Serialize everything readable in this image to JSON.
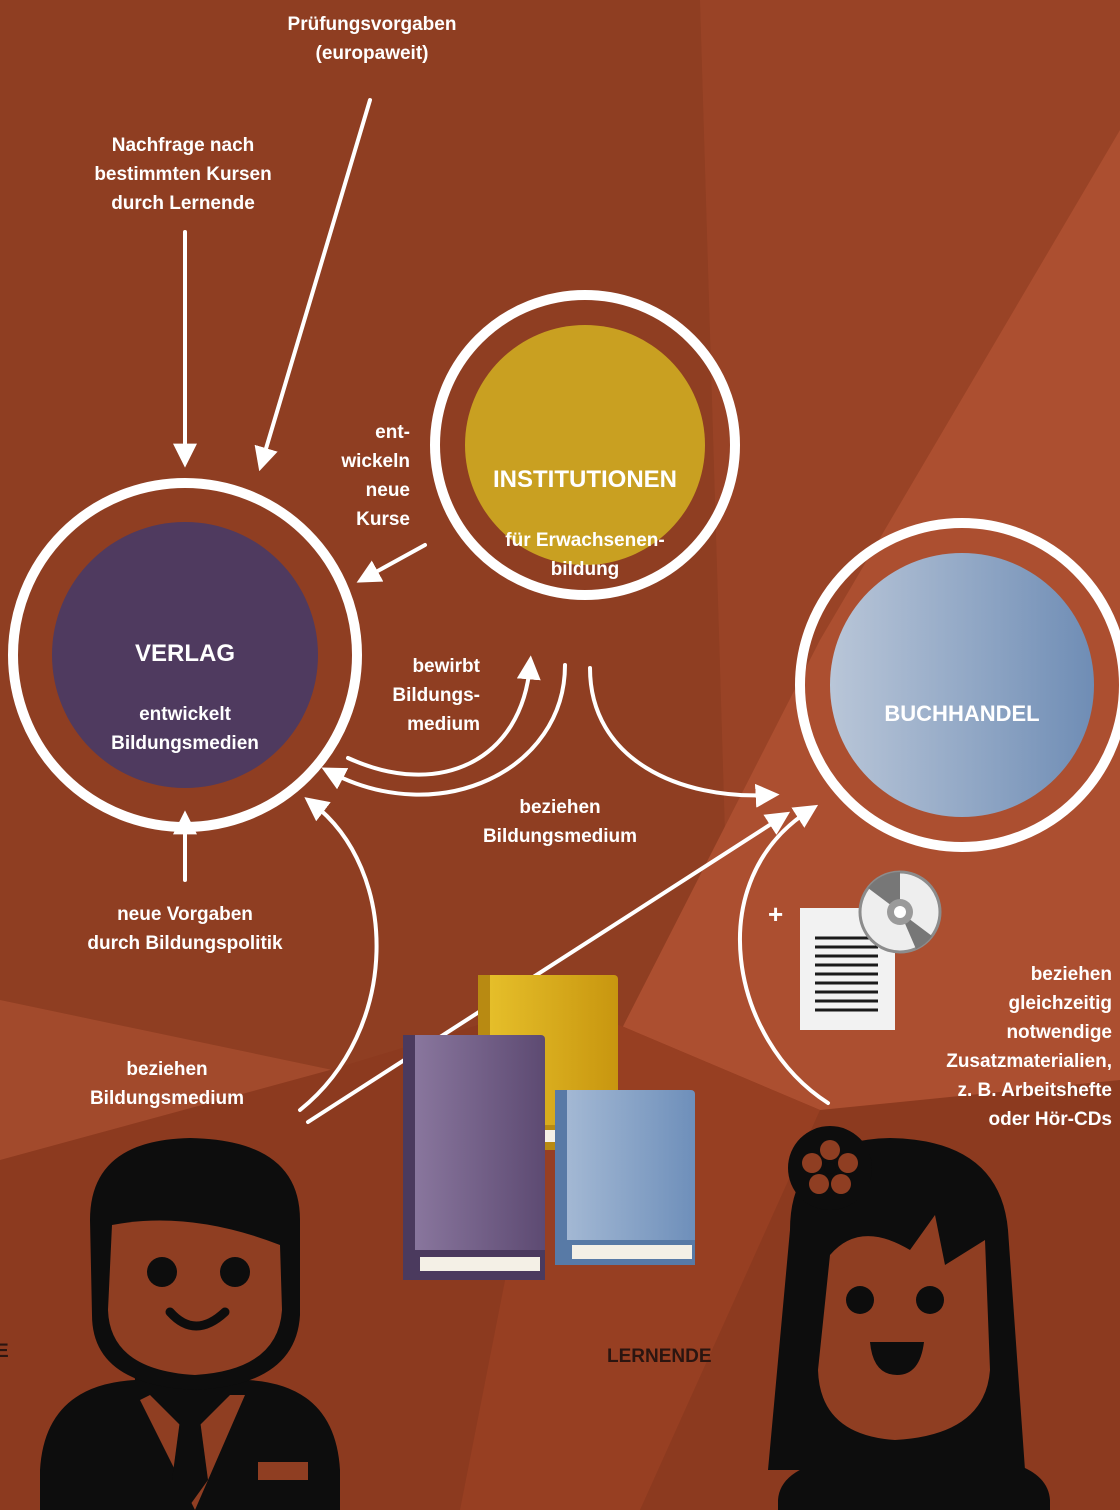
{
  "labels": {
    "pruefungsvorgaben": "Prüfungsvorgaben\n(europaweit)",
    "nachfrage": "Nachfrage nach\nbestimmten Kursen\ndurch Lernende",
    "entwickeln": "ent-\nwickeln\nneue\nKurse",
    "bewirbt": "bewirbt\nBildungs-\nmedium",
    "beziehen_mid": "beziehen\nBildungsmedium",
    "neue_vorgaben": "neue Vorgaben\ndurch Bildungspolitik",
    "beziehen_left": "beziehen\nBildungsmedium",
    "zusatz": "beziehen\ngleichzeitig\nnotwendige\nZusatzmaterialien,\nz. B. Arbeitshefte\noder Hör-CDs",
    "plus": "+",
    "lernende": "LERNENDE",
    "left_edge": "E"
  },
  "nodes": {
    "verlag": {
      "title": "VERLAG",
      "subtitle": "entwickelt\nBildungsmedien",
      "color": "#4f3a5f"
    },
    "institutionen": {
      "title": "INSTITUTIONEN",
      "subtitle": "für Erwachsenen-\nbildung",
      "color": "#c9a021"
    },
    "buchhandel": {
      "title": "BUCHHANDEL",
      "color": "#8ea4c3"
    }
  },
  "colors": {
    "background": "#8f3e22",
    "background_light": "#ad5030",
    "person": "#0d0d0d",
    "arrow": "#ffffff"
  }
}
